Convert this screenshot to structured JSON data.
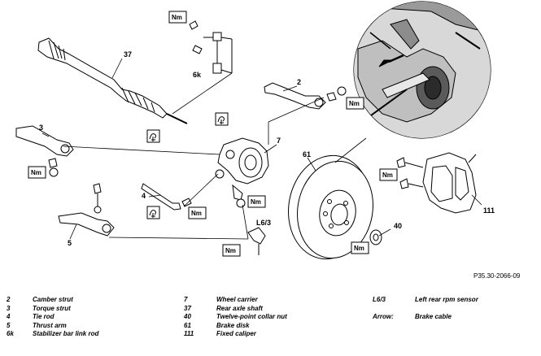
{
  "callouts": {
    "n37": "37",
    "n2": "2",
    "n3": "3",
    "n4": "4",
    "n5": "5",
    "n6k": "6k",
    "n7": "7",
    "n61": "61",
    "n40": "40",
    "n111": "111",
    "nL63": "L6/3"
  },
  "torque_marker": "Nm",
  "reference_code": "P35.30-2066-09",
  "legend": {
    "col1": [
      {
        "key": "2",
        "text": "Camber strut"
      },
      {
        "key": "3",
        "text": "Torque strut"
      },
      {
        "key": "4",
        "text": "Tie rod"
      },
      {
        "key": "5",
        "text": "Thrust arm"
      },
      {
        "key": "6k",
        "text": "Stabilizer bar link rod"
      }
    ],
    "col2": [
      {
        "key": "7",
        "text": "Wheel carrier"
      },
      {
        "key": "37",
        "text": "Rear axle shaft"
      },
      {
        "key": "40",
        "text": "Twelve-point collar nut"
      },
      {
        "key": "61",
        "text": "Brake disk"
      },
      {
        "key": "111",
        "text": "Fixed caliper"
      }
    ],
    "col3": [
      {
        "key": "L6/3",
        "text": "Left rear rpm sensor"
      },
      {
        "key": "Arrow:",
        "text": "Brake cable"
      }
    ]
  },
  "icons": [
    "torque-nm-icon",
    "bolt-replace-icon",
    "detail-magnifier-icon"
  ]
}
